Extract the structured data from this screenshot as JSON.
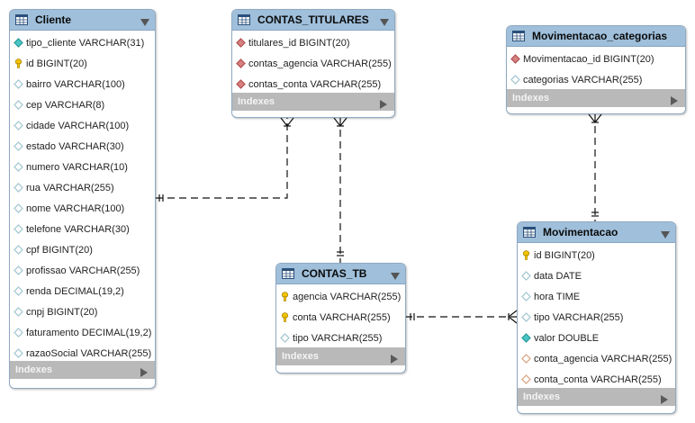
{
  "tables": [
    {
      "id": "cliente",
      "name": "Cliente",
      "indexes_label": "Indexes",
      "columns": [
        {
          "text": "tipo_cliente VARCHAR(31)",
          "marker": "column"
        },
        {
          "text": "id BIGINT(20)",
          "marker": "primary-key"
        },
        {
          "text": "bairro VARCHAR(100)",
          "marker": "nullable"
        },
        {
          "text": "cep VARCHAR(8)",
          "marker": "nullable"
        },
        {
          "text": "cidade VARCHAR(100)",
          "marker": "nullable"
        },
        {
          "text": "estado VARCHAR(30)",
          "marker": "nullable"
        },
        {
          "text": "numero VARCHAR(10)",
          "marker": "nullable"
        },
        {
          "text": "rua VARCHAR(255)",
          "marker": "nullable"
        },
        {
          "text": "nome VARCHAR(100)",
          "marker": "nullable"
        },
        {
          "text": "telefone VARCHAR(30)",
          "marker": "nullable"
        },
        {
          "text": "cpf BIGINT(20)",
          "marker": "nullable"
        },
        {
          "text": "profissao VARCHAR(255)",
          "marker": "nullable"
        },
        {
          "text": "renda DECIMAL(19,2)",
          "marker": "nullable"
        },
        {
          "text": "cnpj BIGINT(20)",
          "marker": "nullable"
        },
        {
          "text": "faturamento DECIMAL(19,2)",
          "marker": "nullable"
        },
        {
          "text": "razaoSocial VARCHAR(255)",
          "marker": "nullable"
        }
      ]
    },
    {
      "id": "contas-titulares",
      "name": "CONTAS_TITULARES",
      "indexes_label": "Indexes",
      "columns": [
        {
          "text": "titulares_id BIGINT(20)",
          "marker": "foreign-key"
        },
        {
          "text": "contas_agencia VARCHAR(255)",
          "marker": "foreign-key"
        },
        {
          "text": "contas_conta VARCHAR(255)",
          "marker": "foreign-key"
        }
      ]
    },
    {
      "id": "movimentacao-categorias",
      "name": "Movimentacao_categorias",
      "indexes_label": "Indexes",
      "columns": [
        {
          "text": "Movimentacao_id BIGINT(20)",
          "marker": "foreign-key"
        },
        {
          "text": "categorias VARCHAR(255)",
          "marker": "nullable"
        }
      ]
    },
    {
      "id": "contas-tb",
      "name": "CONTAS_TB",
      "indexes_label": "Indexes",
      "columns": [
        {
          "text": "agencia VARCHAR(255)",
          "marker": "primary-key"
        },
        {
          "text": "conta VARCHAR(255)",
          "marker": "primary-key"
        },
        {
          "text": "tipo VARCHAR(255)",
          "marker": "nullable"
        }
      ]
    },
    {
      "id": "movimentacao",
      "name": "Movimentacao",
      "indexes_label": "Indexes",
      "columns": [
        {
          "text": "id BIGINT(20)",
          "marker": "primary-key"
        },
        {
          "text": "data DATE",
          "marker": "nullable"
        },
        {
          "text": "hora TIME",
          "marker": "nullable"
        },
        {
          "text": "tipo VARCHAR(255)",
          "marker": "nullable"
        },
        {
          "text": "valor DOUBLE",
          "marker": "column"
        },
        {
          "text": "conta_agencia VARCHAR(255)",
          "marker": "nullable-fk"
        },
        {
          "text": "conta_conta VARCHAR(255)",
          "marker": "nullable-fk"
        }
      ]
    }
  ],
  "relationships": [
    {
      "id": "cliente-to-contas-titulares",
      "from": "Cliente",
      "to": "CONTAS_TITULARES",
      "from_end": "one",
      "to_end": "many"
    },
    {
      "id": "contas-tb-to-contas-titulares",
      "from": "CONTAS_TB",
      "to": "CONTAS_TITULARES",
      "from_end": "one",
      "to_end": "many"
    },
    {
      "id": "movimentacao-to-movimentacao-categorias",
      "from": "Movimentacao",
      "to": "Movimentacao_categorias",
      "from_end": "one",
      "to_end": "many"
    },
    {
      "id": "contas-tb-to-movimentacao",
      "from": "CONTAS_TB",
      "to": "Movimentacao",
      "from_end": "one",
      "to_end": "many"
    }
  ],
  "colors": {
    "header": "#9fbfdb",
    "indexes_bar": "#b9b9b9",
    "primary_key": "#f2c200",
    "foreign_key": "#d88080",
    "column": "#49c5c5",
    "nullable": "#9fc5cf",
    "nullable_fk": "#d9a07d",
    "line": "#111111"
  }
}
